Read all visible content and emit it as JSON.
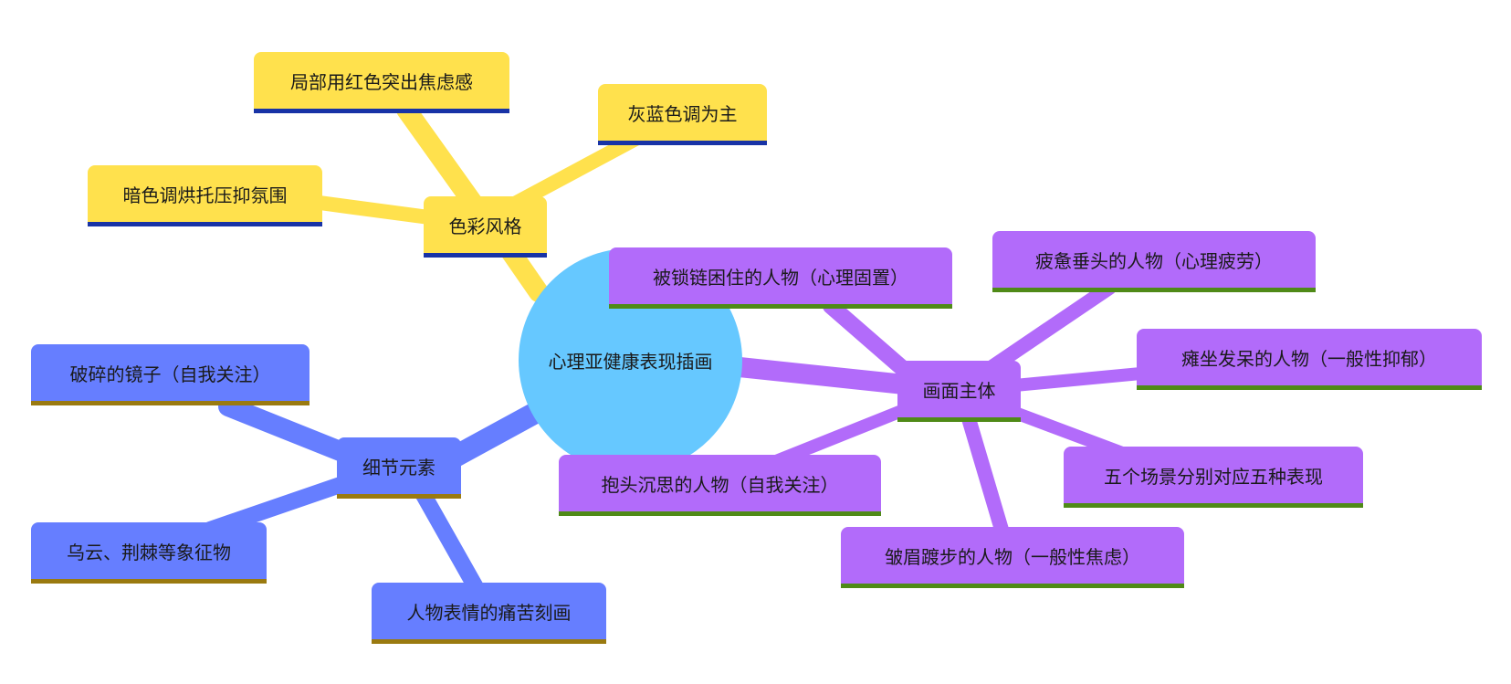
{
  "diagram": {
    "center": "心理亚健康表现插画",
    "branches": [
      {
        "label": "色彩风格",
        "children": [
          "局部用红色突出焦虑感",
          "灰蓝色调为主",
          "暗色调烘托压抑氛围"
        ]
      },
      {
        "label": "画面主体",
        "children": [
          "被锁链困住的人物（心理固置）",
          "疲惫垂头的人物（心理疲劳）",
          "瘫坐发呆的人物（一般性抑郁）",
          "五个场景分别对应五种表现",
          "皱眉踱步的人物（一般性焦虑）",
          "抱头沉思的人物（自我关注）"
        ]
      },
      {
        "label": "细节元素",
        "children": [
          "破碎的镜子（自我关注）",
          "乌云、荆棘等象征物",
          "人物表情的痛苦刻画"
        ]
      }
    ]
  },
  "colors": {
    "center": "#66C8FF",
    "style_branch": "#FFE14D",
    "subject_branch": "#B26BFA",
    "detail_branch": "#667EFF"
  }
}
